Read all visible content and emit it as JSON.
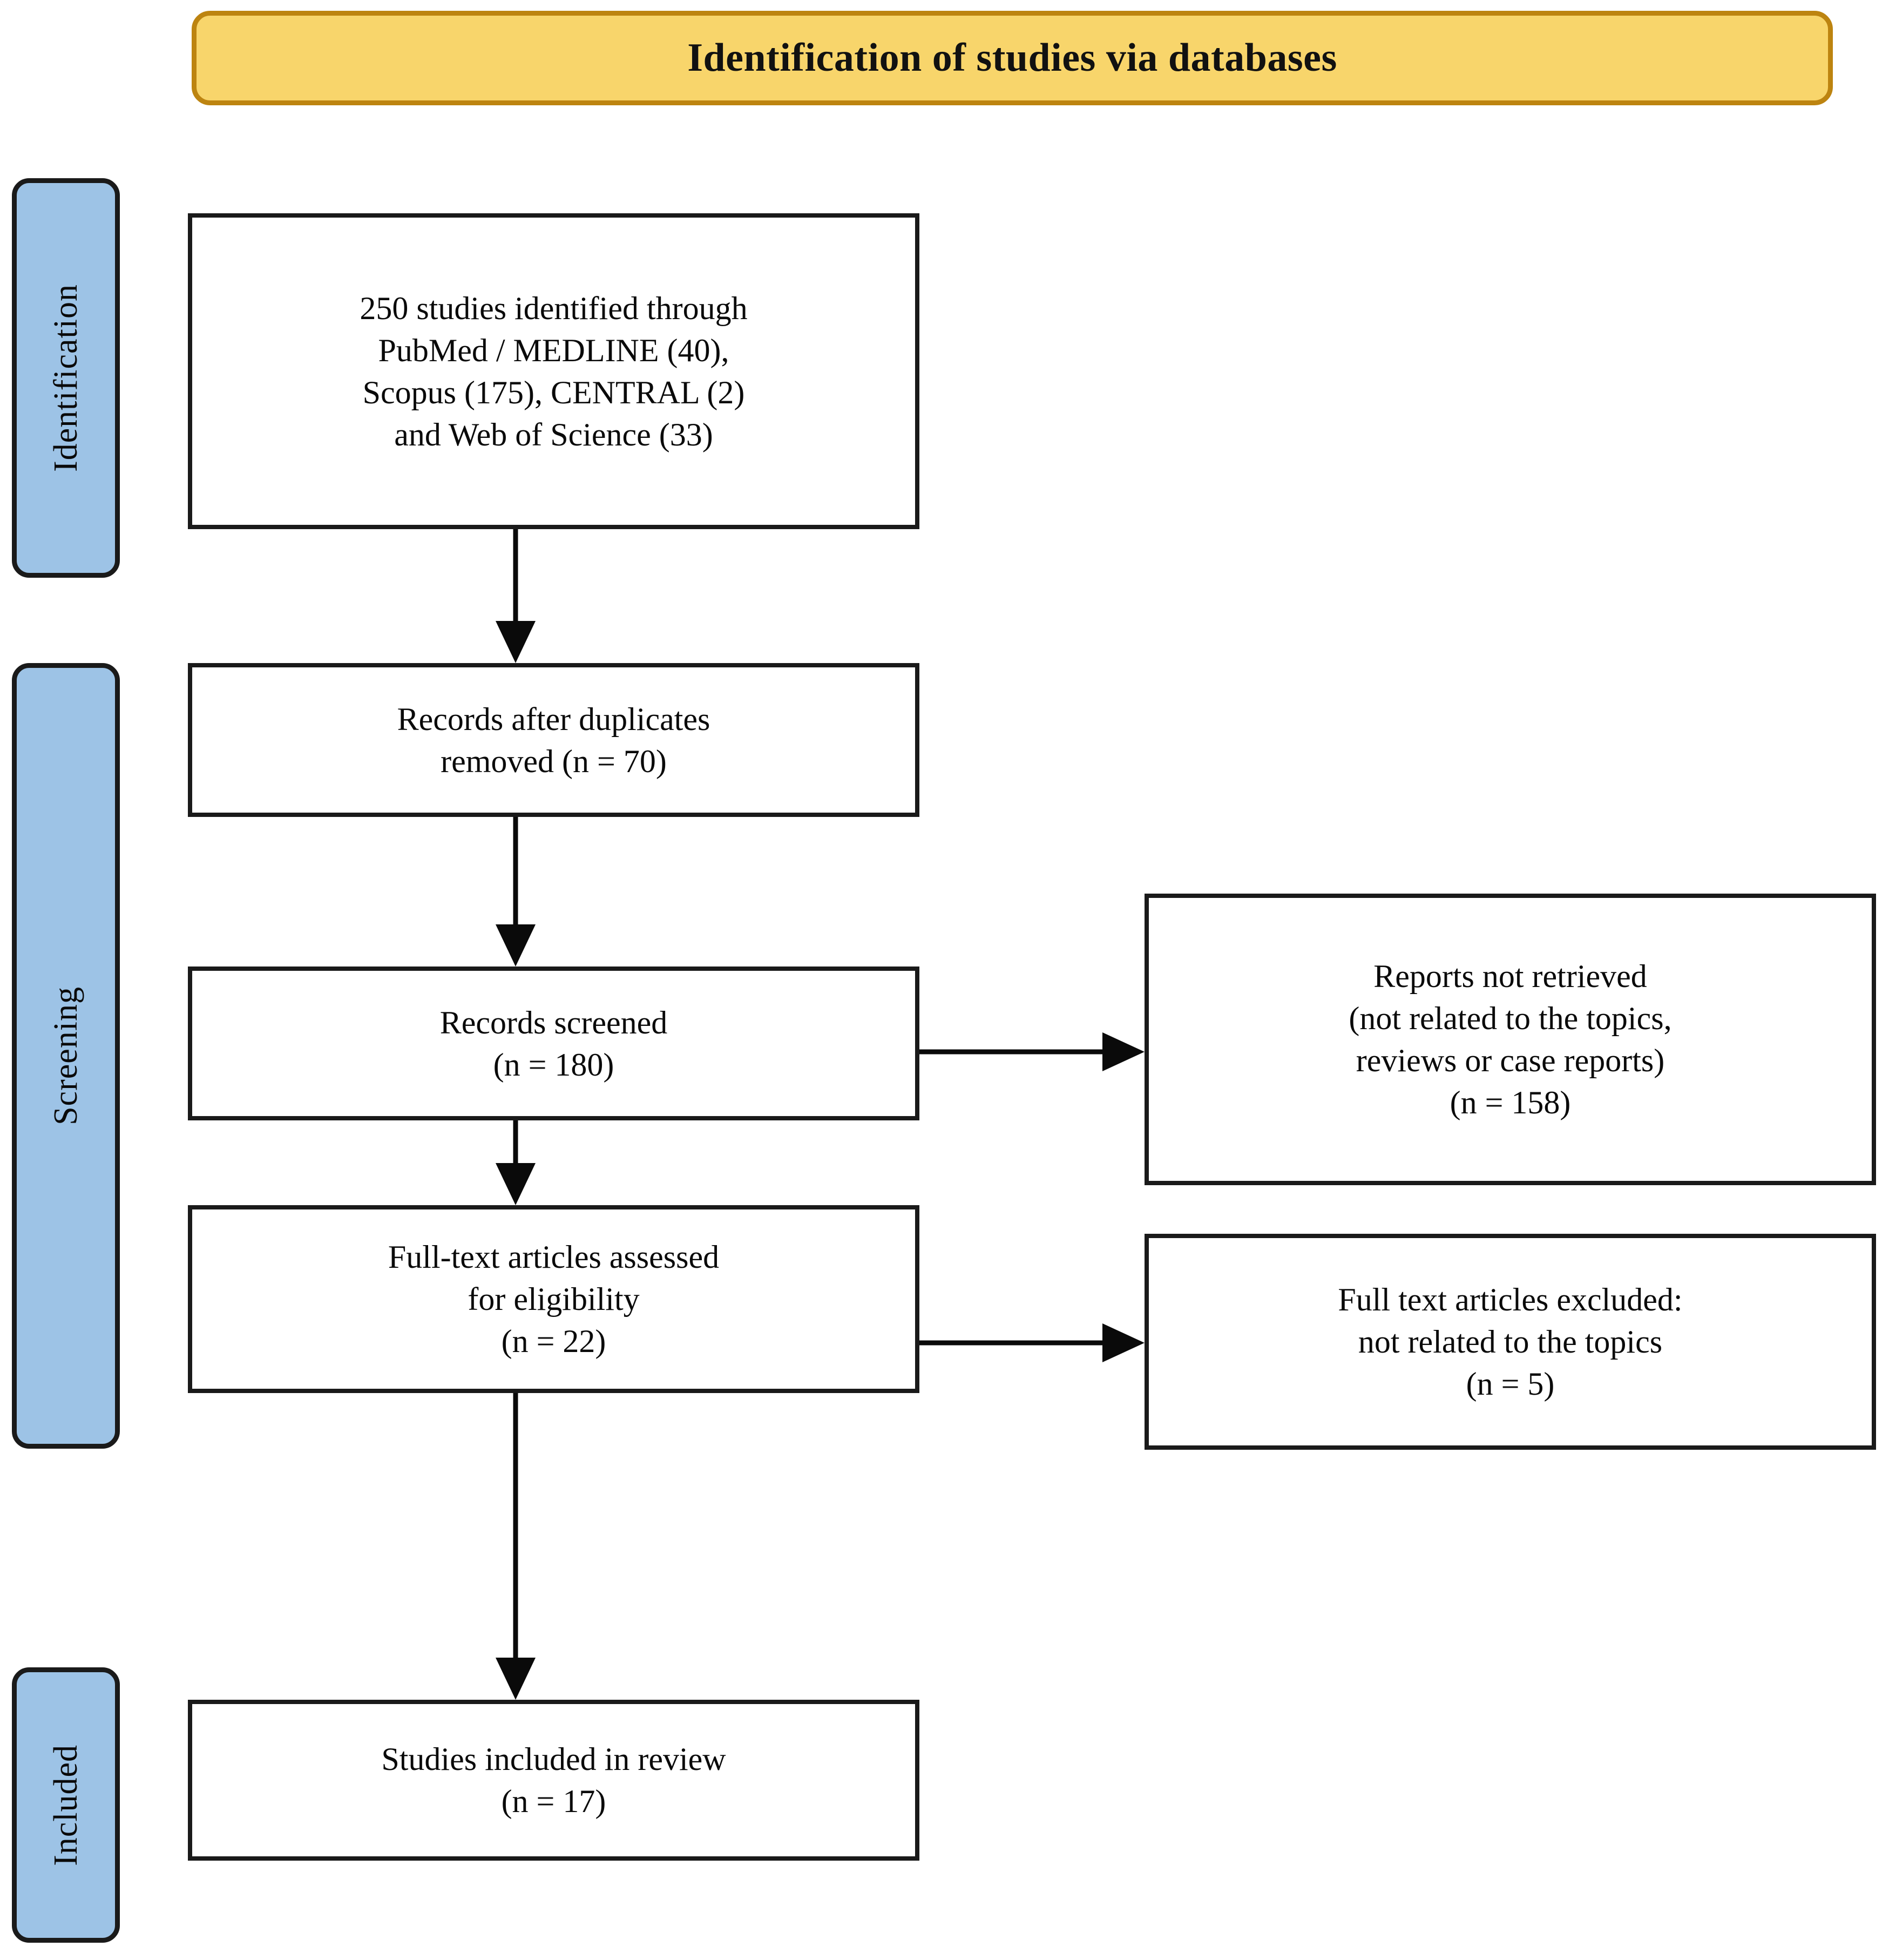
{
  "banner": {
    "title": "Identification of studies via databases"
  },
  "stages": [
    {
      "id": "identification",
      "label": "Identification"
    },
    {
      "id": "screening",
      "label": "Screening"
    },
    {
      "id": "included",
      "label": "Included"
    }
  ],
  "nodes": {
    "identified": {
      "text": "250 studies identified through\nPubMed / MEDLINE (40),\nScopus (175), CENTRAL (2)\nand Web of Science (33)"
    },
    "duplicates": {
      "text": "Records after duplicates\nremoved (n = 70)"
    },
    "screened": {
      "text": "Records screened\n(n = 180)"
    },
    "not_retrieved": {
      "text": "Reports not retrieved\n(not related to the topics,\nreviews or case reports)\n(n = 158)"
    },
    "fulltext": {
      "text": "Full-text articles assessed\nfor eligibility\n(n = 22)"
    },
    "excluded": {
      "text": "Full text articles excluded:\nnot related to the topics\n(n = 5)"
    },
    "included": {
      "text": "Studies included in review\n(n = 17)"
    }
  },
  "chart_data": {
    "type": "diagram",
    "title": "Identification of studies via databases",
    "diagram_kind": "PRISMA flow diagram",
    "stages": [
      "Identification",
      "Screening",
      "Included"
    ],
    "flow": [
      {
        "stage": "Identification",
        "label": "250 studies identified through PubMed / MEDLINE (40), Scopus (175), CENTRAL (2) and Web of Science (33)",
        "n": 250,
        "sources": [
          {
            "name": "PubMed / MEDLINE",
            "n": 40
          },
          {
            "name": "Scopus",
            "n": 175
          },
          {
            "name": "CENTRAL",
            "n": 2
          },
          {
            "name": "Web of Science",
            "n": 33
          }
        ]
      },
      {
        "stage": "Screening",
        "label": "Records after duplicates removed",
        "n": 70
      },
      {
        "stage": "Screening",
        "label": "Records screened",
        "n": 180
      },
      {
        "stage": "Screening",
        "label": "Reports not retrieved (not related to the topics, reviews or case reports)",
        "n": 158,
        "excluded": true
      },
      {
        "stage": "Screening",
        "label": "Full-text articles assessed for eligibility",
        "n": 22
      },
      {
        "stage": "Screening",
        "label": "Full text articles excluded: not related to the topics",
        "n": 5,
        "excluded": true
      },
      {
        "stage": "Included",
        "label": "Studies included in review",
        "n": 17
      }
    ],
    "edges": [
      {
        "from": "identified",
        "to": "duplicates",
        "direction": "down"
      },
      {
        "from": "duplicates",
        "to": "screened",
        "direction": "down"
      },
      {
        "from": "screened",
        "to": "not_retrieved",
        "direction": "right"
      },
      {
        "from": "screened",
        "to": "fulltext",
        "direction": "down"
      },
      {
        "from": "fulltext",
        "to": "excluded",
        "direction": "right"
      },
      {
        "from": "fulltext",
        "to": "included",
        "direction": "down"
      }
    ],
    "colors": {
      "banner_fill": "#F8D56B",
      "banner_border": "#BD8410",
      "stage_fill": "#9DC3E6",
      "stage_border": "#1A1A1A",
      "node_fill": "#FFFFFF",
      "node_border": "#1A1A1A",
      "connector": "#0A0A0A"
    }
  }
}
